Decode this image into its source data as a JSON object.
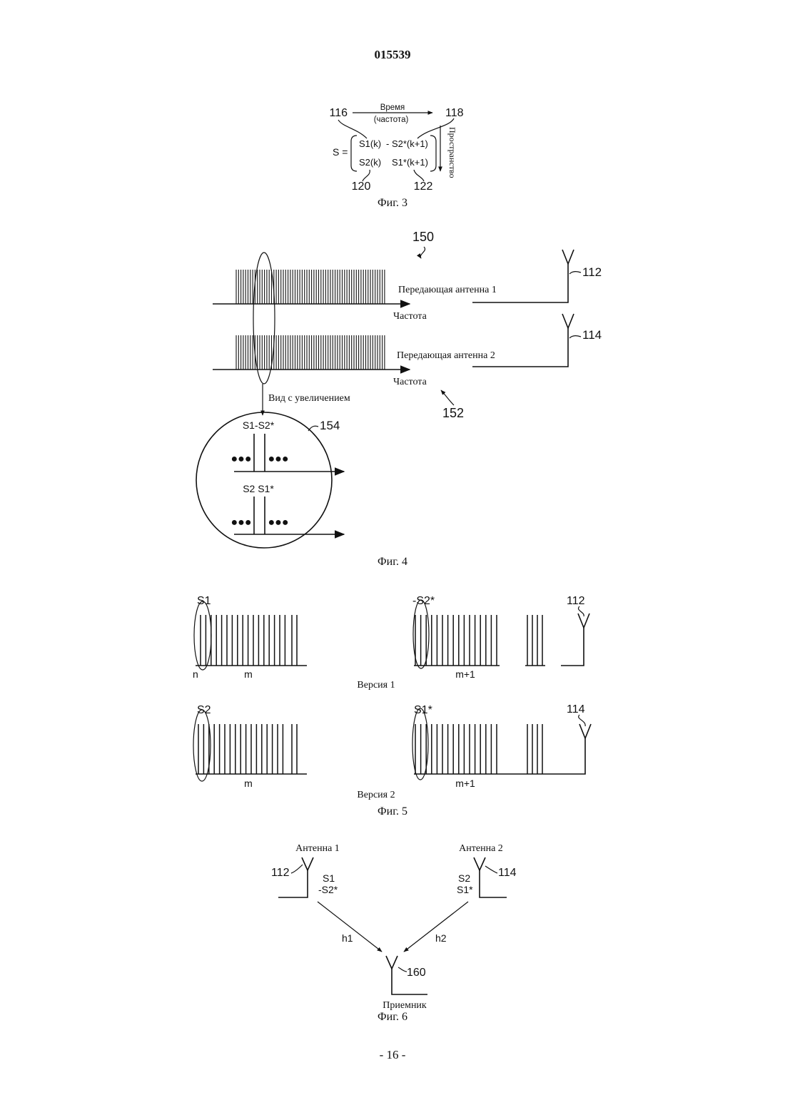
{
  "header": {
    "doc_number": "015539"
  },
  "footer": {
    "page": "- 16 -"
  },
  "fig3": {
    "caption": "Фиг. 3",
    "time_axis_line1": "Время",
    "time_axis_line2": "(частота)",
    "space_axis": "Пространство",
    "matrix_symbol": "S =",
    "m11": "S1(k)",
    "m12": "- S2*(k+1)",
    "m21": "S2(k)",
    "m22": "S1*(k+1)",
    "ref_116": "116",
    "ref_118": "118",
    "ref_120": "120",
    "ref_122": "122"
  },
  "fig4": {
    "caption": "Фиг. 4",
    "ref_150": "150",
    "ref_152": "152",
    "ref_154": "154",
    "ref_112": "112",
    "ref_114": "114",
    "antenna1_label": "Передающая антенна 1",
    "antenna2_label": "Передающая антенна 2",
    "freq_label_1": "Частота",
    "freq_label_2": "Частота",
    "zoom_label": "Вид с увеличением",
    "zoom_top_label": "S1-S2*",
    "zoom_bottom_label": "S2 S1*"
  },
  "fig5": {
    "caption": "Фиг. 5",
    "version1": "Версия 1",
    "version2": "Версия 2",
    "v1_left_symbol": "S1",
    "v1_right_symbol": "-S2*",
    "v2_left_symbol": "S2",
    "v2_right_symbol": "S1*",
    "label_n": "n",
    "label_m_v1": "m",
    "label_m1_v1": "m+1",
    "label_m_v2": "m",
    "label_m1_v2": "m+1",
    "ref_112": "112",
    "ref_114": "114"
  },
  "fig6": {
    "caption": "Фиг. 6",
    "antenna1": "Антенна 1",
    "antenna2": "Антенна 2",
    "ref_112": "112",
    "ref_114": "114",
    "ref_160": "160",
    "ant1_sig1": "S1",
    "ant1_sig2": "-S2*",
    "ant2_sig1": "S2",
    "ant2_sig2": "S1*",
    "channel_h1": "h1",
    "channel_h2": "h2",
    "receiver": "Приемник"
  }
}
